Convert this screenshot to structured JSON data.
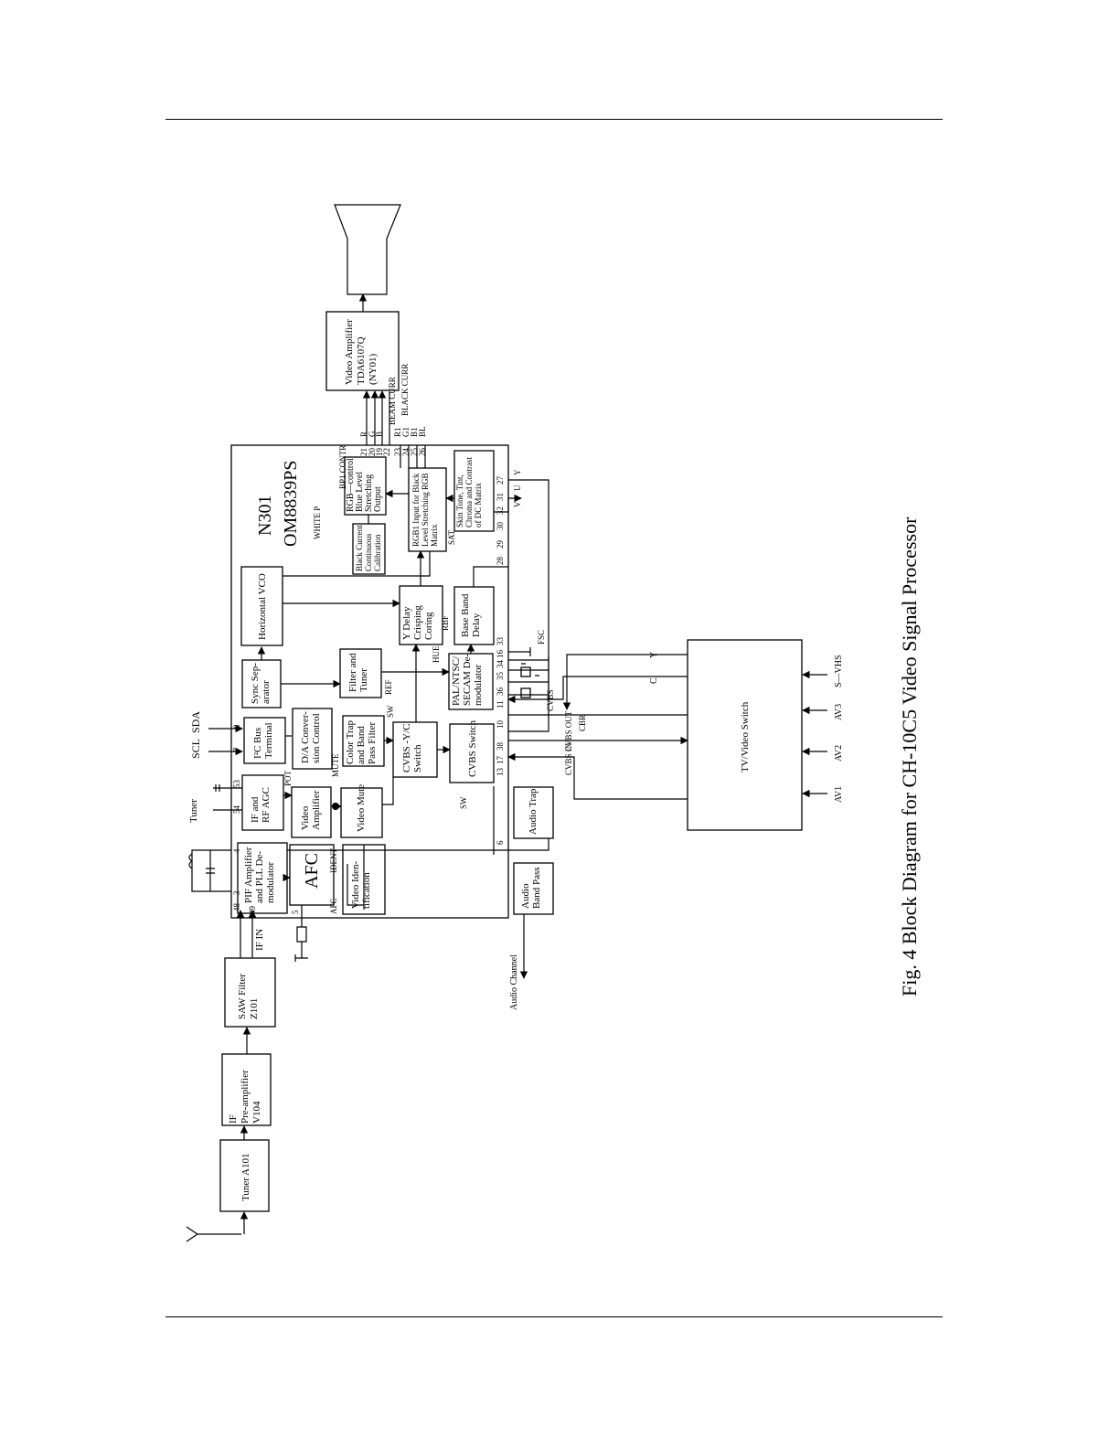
{
  "caption": "Fig. 4  Block Diagram for CH-10C5 Video Signal Processor",
  "ic": {
    "ref": "N301",
    "part": "OM8839PS"
  },
  "blocks": {
    "tuner_a101": "Tuner A101",
    "if_preamp": [
      "IF",
      "Pre-amplifier",
      "V104"
    ],
    "saw_filter": [
      "SAW Filter",
      "Z101"
    ],
    "pif_amp": [
      "PIF Amplifier",
      "and PLL De-",
      "modulator"
    ],
    "afc": "AFC",
    "video_ident": [
      "Video Iden-",
      "tification"
    ],
    "if_rf_agc": [
      "IF and",
      "RF AGC"
    ],
    "video_amp": [
      "Video",
      "Amplifier"
    ],
    "video_mute": "Video Mute",
    "i2c_bus": [
      "I²C Bus",
      "Terminal"
    ],
    "da_conv": [
      "D/A Conver-",
      "sion Control"
    ],
    "color_trap": [
      "Color Trap",
      "and Band",
      "Pass Filter"
    ],
    "cvbs_yc_switch": [
      "CVBS -Y/C",
      "Switch"
    ],
    "cvbs_switch": "CVBS Switch",
    "sync_sep": [
      "Sync Sep-",
      "arator"
    ],
    "filter_tuner": [
      "Filter and",
      "Tuner"
    ],
    "pal_demod": [
      "PAL/NTSC/",
      "SECAM  De-",
      "modulator"
    ],
    "horiz_vco": "Horizontal VCO",
    "y_delay": [
      "Y Delay",
      "Crisping",
      "Coring"
    ],
    "base_band_delay": [
      "Base Band",
      "Delay"
    ],
    "black_current": [
      "Black Current",
      "Continuous",
      "Calibration"
    ],
    "rgb_control": [
      "RGB—control",
      "Blue     Level",
      "Stretching",
      "Output"
    ],
    "rgb1_input": [
      "RGB1 Input for Black",
      "Level Stretching RGB",
      "Matrix"
    ],
    "skin_tone": [
      "Skin  Tone,  Tint,",
      "Chroma and Contrast",
      "of DC Matrix"
    ],
    "video_amplifier": [
      "Video Amplifier",
      "TDA6107Q",
      "(NY01)"
    ],
    "audio_trap": "Audio Trap",
    "audio_bandpass": [
      "Audio",
      "Band Pass"
    ],
    "tv_video_switch": "TV/Video Switch"
  },
  "labels": {
    "tuner": "Tuner",
    "scl": "SCL",
    "sda": "SDA",
    "if_in": "IF IN",
    "pot": "POT",
    "mute": "MUTE",
    "ident": "IDENT",
    "afc_pin": "AFC",
    "sw": "SW",
    "sw2": "SW",
    "ref": "REF",
    "hue": "HUE",
    "rbf": "RBF",
    "fsc": "FSC",
    "sat": "SAT",
    "white_p": "WHITE P",
    "bp1_contr": "BP1 CONTR",
    "beam_curr": "BEAM CURR",
    "black_curr": "BLACK CURR",
    "cvbs_in": "CVBS IN",
    "cvbs_out": "CVBS OUT",
    "cbr": "CBR",
    "cvbs": "CVBS",
    "audio_channel": "Audio Channel",
    "c": "C",
    "y": "Y",
    "av1": "AV1",
    "av2": "AV2",
    "av3": "AV3",
    "svhs": "S—VHS",
    "sig_r": "R",
    "sig_g": "G",
    "sig_b": "B",
    "sig_r1": "R1",
    "sig_g1": "G1",
    "sig_b1": "B1",
    "sig_bl": "BL",
    "sig_u": "U",
    "sig_v": "V",
    "sig_y": "Y"
  },
  "pins": {
    "p48": "48",
    "p49": "49",
    "p3": "3",
    "p4": "4",
    "p5": "5",
    "p6": "6",
    "p54": "54",
    "p53": "53",
    "p7": "7",
    "p8": "8",
    "p13": "13",
    "p17": "17",
    "p38": "38",
    "p10": "10",
    "p11": "11",
    "p36": "36",
    "p35": "35",
    "p34": "34",
    "p16": "16",
    "p33": "33",
    "p28": "28",
    "p29": "29",
    "p30": "30",
    "p32": "32",
    "p31": "31",
    "p27": "27",
    "p21": "21",
    "p20": "20",
    "p19": "19",
    "p22": "22",
    "p23": "23",
    "p24": "24",
    "p25": "25",
    "p26": "26"
  }
}
